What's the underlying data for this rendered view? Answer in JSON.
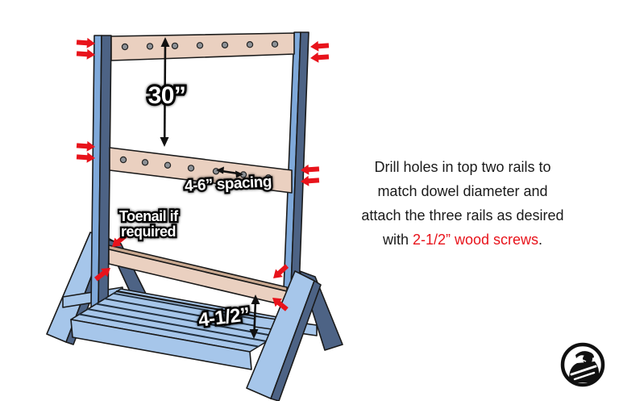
{
  "page": {
    "background": "#ffffff"
  },
  "diagram": {
    "dimension_labels": {
      "rail_gap": "30”",
      "dowel_spacing": "4-6” spacing",
      "toenail_note_line1": "Toenail if",
      "toenail_note_line2": "required",
      "bottom_rail_height": "4-1/2”"
    },
    "colors": {
      "frame_blue_light": "#A6C6EA",
      "frame_blue_mid": "#7FA9DA",
      "frame_blue_dark": "#4D6385",
      "rail_tan": "#EAD0C0",
      "rail_tan_edge": "#C9A88F",
      "hole_gray": "#8D9196",
      "outline_black": "#1A1A1A",
      "dimension_black": "#111111",
      "arrow_red": "#E8131B"
    }
  },
  "instructions": {
    "text_color": "#1A1A1A",
    "highlight_color": "#E8131B",
    "lines": {
      "line1": "Drill holes in top two rails to",
      "line2": "match dowel diameter and",
      "line3": "attach the three rails as desired",
      "line4_prefix": "with ",
      "line4_highlight": "2-1/2” wood screws",
      "line4_suffix": "."
    }
  },
  "logo": {
    "name": "woodworker-logo",
    "color": "#111111"
  }
}
